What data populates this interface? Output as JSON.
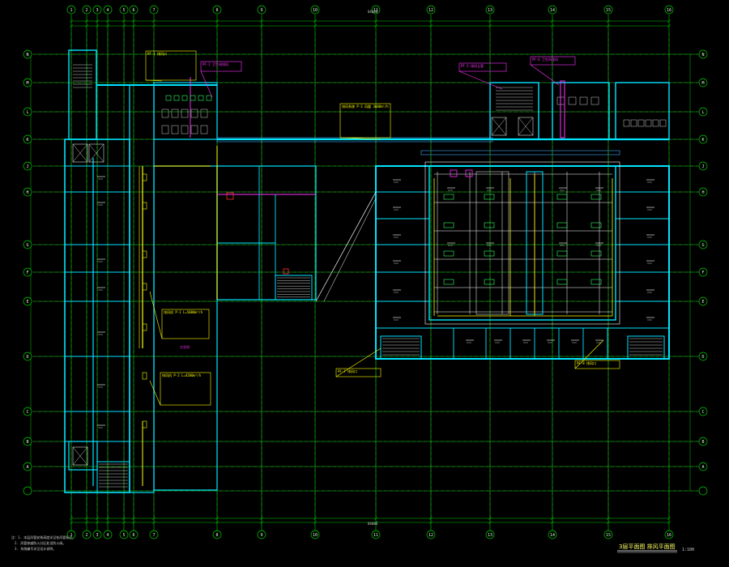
{
  "drawing": {
    "title_text": "3层平面图 排风平面图",
    "scale_text": "1:100",
    "notes": [
      "注：1. 本层风管安装高度详见各风管标注。",
      "2. 风管穿越防火分区处设防火阀。",
      "3. 系统编号详见设计说明。"
    ],
    "overall_dim_top": "84600",
    "overall_dim_bottom": "84600"
  },
  "legend": {
    "palette": {
      "background": "#000000",
      "axis_grid": "#00cc00",
      "wall": "#00e5ff",
      "dashed_grid": "#8a8a8a",
      "duct": "#ffff00",
      "annotation": "#ff33ff",
      "white_line": "#ffffff",
      "red_accent": "#ff3030"
    }
  },
  "axes": {
    "top": [
      "1",
      "2",
      "3",
      "4",
      "5",
      "6",
      "7",
      "8",
      "9",
      "10",
      "11",
      "12",
      "13",
      "14",
      "15",
      "16"
    ],
    "left": [
      "N",
      "M",
      "L",
      "K",
      "J",
      "H",
      "G",
      "F",
      "E",
      "D",
      "C",
      "B",
      "A"
    ]
  },
  "callouts": {
    "stair_nw": "PF-1 排风口",
    "toilet_n": "PF-2 卫生间排风",
    "center_box": "排风系统 P-3 风量 3600m³/h",
    "left_box_1": "排风机 P-1 L=5000m³/h",
    "left_box_2": "排风机 P-2 L=4200m³/h",
    "east_top": "PF-5 排风立管",
    "east_toilet": "PF-6 卫生间排风",
    "south_1": "PF-7 排风口",
    "south_2": "PF-8 排风口",
    "big_room": "大空间"
  }
}
